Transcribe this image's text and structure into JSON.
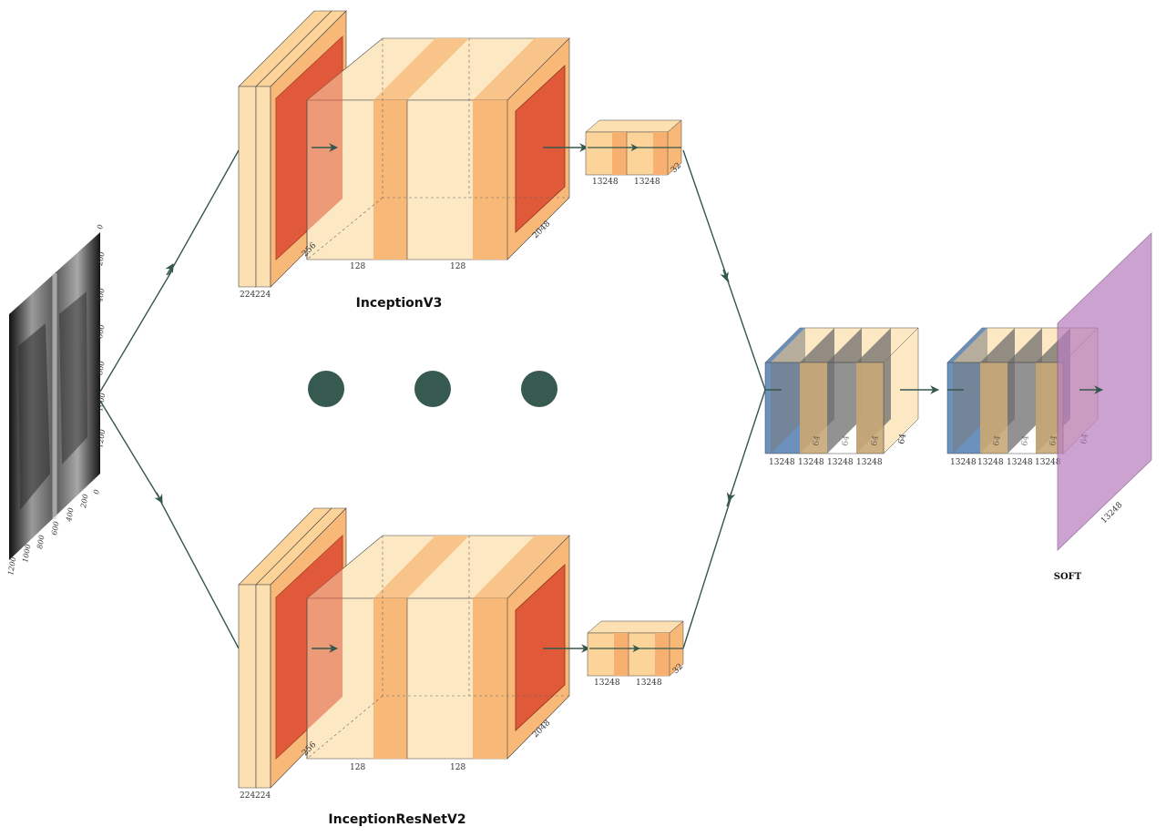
{
  "models": {
    "top": {
      "name": "InceptionV3",
      "conv_dims": [
        "224",
        "224"
      ],
      "block_dims": [
        "128",
        "128",
        "2048"
      ],
      "small_label": "256",
      "dense_dims": [
        "13248",
        "13248",
        "32"
      ]
    },
    "bottom": {
      "name": "InceptionResNetV2",
      "conv_dims": [
        "224",
        "224"
      ],
      "block_dims": [
        "128",
        "128",
        "2048"
      ],
      "small_label": "256",
      "dense_dims": [
        "13248",
        "13248",
        "32"
      ]
    }
  },
  "fusion_block_1": {
    "dims": [
      "13248",
      "13248",
      "13248",
      "13248"
    ],
    "depths": [
      "64",
      "64",
      "64",
      "64"
    ]
  },
  "fusion_block_2": {
    "dims": [
      "13248",
      "13248",
      "13248",
      "13248"
    ],
    "depths": [
      "64",
      "64",
      "64",
      "64"
    ]
  },
  "softmax": {
    "label": "SOFT",
    "dim": "13248"
  },
  "xray": {
    "y_ticks": [
      "0",
      "200",
      "400",
      "600",
      "800",
      "1000",
      "1200"
    ],
    "x_ticks": [
      "1200",
      "1000",
      "800",
      "600",
      "400",
      "200",
      "0"
    ]
  },
  "colors": {
    "conv_light": "#fde0b2",
    "conv_mid": "#f8b878",
    "conv_dark": "#e05a3a",
    "block_light": "#fde8c4",
    "block_band": "#f8b878",
    "blue": "#5b85b5",
    "gray": "#7b7b7b",
    "tan": "#c8a878",
    "purple": "#b97fc0",
    "arrow": "#35574e",
    "dot": "#365a50"
  }
}
